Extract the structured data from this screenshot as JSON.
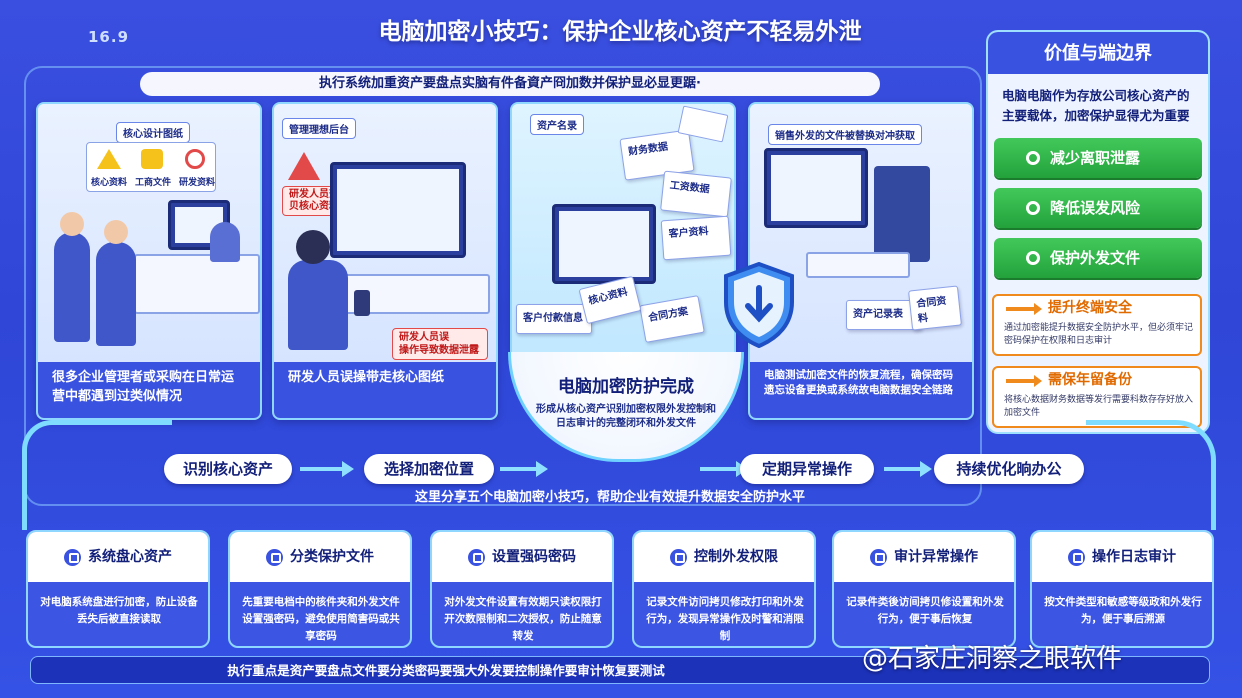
{
  "header": {
    "corner_number": "16.9",
    "title": "电脑加密小技巧：保护企业核心资产不轻易外泄",
    "subtitle": "执行系统加重资产要盘点实脑有件备資产冏加数并保护显必显更踞·"
  },
  "panels": [
    {
      "labels": [
        "核心设计图纸",
        "核心资料",
        "工商文件",
        "研发资料"
      ],
      "caption": "很多企业管理者或采购在日常运营中都遇到过类似情况"
    },
    {
      "labels": [
        "管理理想后台",
        "研发人员查看拷贝核心资料",
        "研发人员误",
        "操作导致数据泄露"
      ],
      "caption": "研发人员误操带走核心图纸"
    },
    {
      "labels": [
        "资产名录",
        "财务数据",
        "工资数据",
        "客户资料",
        "客户付款信息",
        "合同方案",
        "核心资料"
      ]
    },
    {
      "labels": [
        "销售外发的文件被替换对冲获取",
        "资产记录表",
        "合同资料"
      ],
      "caption": "电脑测试加密文件的恢复流程，确保密码遗忘设备更换或系统故电脑数据安全链路"
    }
  ],
  "center": {
    "title": "电脑加密防护完成",
    "description": "形成从核心资产识别加密权限外发控制和日志审计的完整闭环和外发文件"
  },
  "side": {
    "title": "价值与端边界",
    "description": "电脑电脑作为存放公司核心资产的主要载体，加密保护显得尤为重要",
    "green_buttons": [
      "减少离职泄露",
      "降低误发风险",
      "保护外发文件"
    ],
    "orange_cards": [
      {
        "title": "提升终端安全",
        "desc": "通过加密能提升数据安全防护水平，但必须牢记密码保护在权限和日志审计"
      },
      {
        "title": "需保年留备份",
        "desc": "将核心数据财务数据等发行需要科数存存好放入加密文件"
      }
    ]
  },
  "flow": {
    "steps": [
      "识别核心资产",
      "选择加密位置",
      "定期异常操作",
      "持续优化晌办公"
    ],
    "note": "这里分享五个电脑加密小技巧，帮助企业有效提升数据安全防护水平"
  },
  "tips": [
    {
      "title": "系统盘心资产",
      "desc": "对电脑系统盘进行加密，防止设备丢失后被直接读取"
    },
    {
      "title": "分类保护文件",
      "desc": "先重要电档中的核件夹和外发文件设置强密码，避免使用简害码或共享密码"
    },
    {
      "title": "设置强码密码",
      "desc": "对外发文件设置有效期只读权限打开次数限制和二次授权，防止随意转发"
    },
    {
      "title": "控制外发权限",
      "desc": "记录文件访问拷贝修改打印和外发行为，发现异常操作及时警和消限制"
    },
    {
      "title": "审计异常操作",
      "desc": "记录件类後访间拷贝修设置和外发行为，便于事后恢复"
    },
    {
      "title": "操作日志审计",
      "desc": "按文件类型和敏感等级政和外发行为，便于事后溯源"
    }
  ],
  "footer": {
    "text": "执行重点是资产要盘点文件要分类密码要强大外发要控制操作要审计恢复要测试",
    "watermark": "@石家庄洞察之眼软件"
  },
  "colors": {
    "background": "#3a4fe0",
    "accent_cyan": "#7fdcff",
    "green": "#2fb84a",
    "orange": "#f08a1c",
    "navy_text": "#13207a"
  }
}
